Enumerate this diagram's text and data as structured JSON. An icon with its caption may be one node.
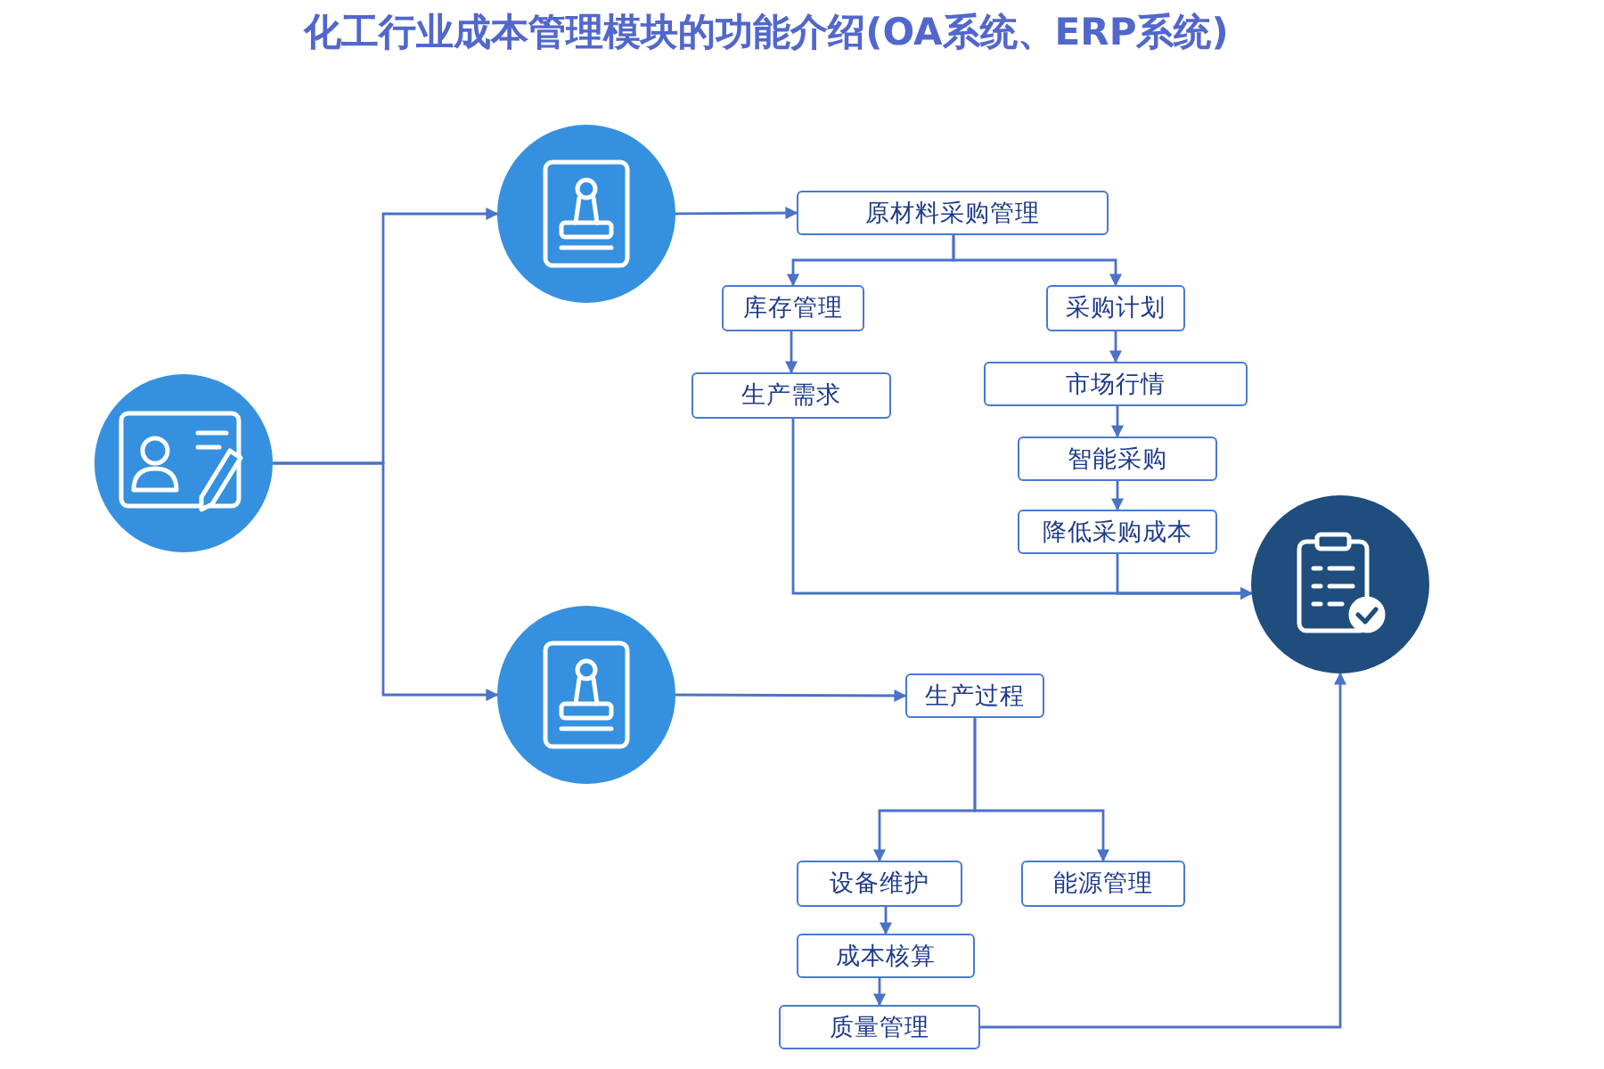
{
  "diagram": {
    "title": "化工行业成本管理模块的功能介绍(OA系统、ERP系统)",
    "nodes": [
      {
        "text": [],
        "shape": "circle"
      },
      {
        "text": [],
        "shape": "circle"
      },
      {
        "text": [],
        "shape": "circle"
      },
      {
        "text": [
          "原材料采购管理"
        ]
      },
      {
        "text": [
          "库存管理"
        ]
      },
      {
        "text": [
          "采购计划"
        ]
      },
      {
        "text": [
          "生产需求"
        ]
      },
      {
        "text": [
          "市场行情"
        ]
      },
      {
        "text": [
          "智能采购"
        ]
      },
      {
        "text": [
          "降低采购成本"
        ]
      },
      {
        "text": [],
        "shape": "circle"
      },
      {
        "text": [
          "生产过程"
        ]
      },
      {
        "text": [
          "设备维护"
        ]
      },
      {
        "text": [
          "能源管理"
        ]
      },
      {
        "text": [
          "成本核算"
        ]
      },
      {
        "text": [
          "质量管理"
        ]
      }
    ],
    "edges": [
      {
        "from": 0,
        "to": 1,
        "arrow": "to"
      },
      {
        "from": 0,
        "to": 2,
        "arrow": "to"
      },
      {
        "from": 1,
        "to": 3,
        "arrow": "to"
      },
      {
        "from": 3,
        "to": 4,
        "arrow": "to"
      },
      {
        "from": 3,
        "to": 5,
        "arrow": "to"
      },
      {
        "from": 4,
        "to": 6,
        "arrow": "to"
      },
      {
        "from": 5,
        "to": 7,
        "arrow": "to"
      },
      {
        "from": 7,
        "to": 8,
        "arrow": "to"
      },
      {
        "from": 8,
        "to": 9,
        "arrow": "to"
      },
      {
        "from": 6,
        "to": 10,
        "arrow": "to"
      },
      {
        "from": 9,
        "to": 10,
        "arrow": "to"
      },
      {
        "from": 2,
        "to": 11,
        "arrow": "to"
      },
      {
        "from": 11,
        "to": 12,
        "arrow": "to"
      },
      {
        "from": 11,
        "to": 13,
        "arrow": "to"
      },
      {
        "from": 12,
        "to": 14,
        "arrow": "to"
      },
      {
        "from": 14,
        "to": 15,
        "arrow": "to"
      },
      {
        "from": 15,
        "to": 10,
        "arrow": "to"
      }
    ]
  }
}
